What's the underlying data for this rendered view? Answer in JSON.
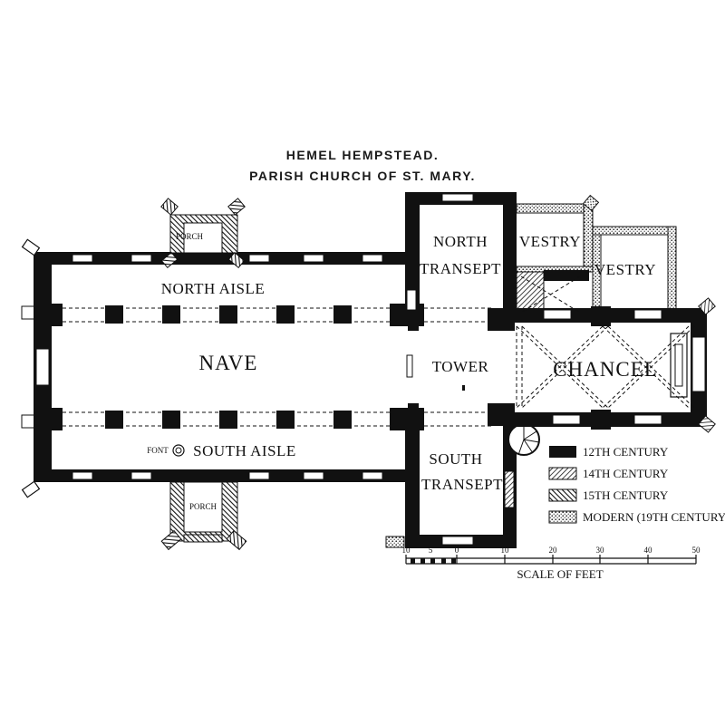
{
  "title": {
    "line1": "HEMEL HEMPSTEAD.",
    "line2": "PARISH CHURCH OF ST. MARY."
  },
  "rooms": {
    "north_porch": "PORCH",
    "north_aisle": "NORTH AISLE",
    "nave": "NAVE",
    "south_aisle": "SOUTH AISLE",
    "font": "FONT",
    "south_porch": "PORCH",
    "north_transept_1": "NORTH",
    "north_transept_2": "TRANSEPT",
    "tower": "TOWER",
    "south_transept_1": "SOUTH",
    "south_transept_2": "TRANSEPT",
    "vestry_west": "VESTRY",
    "vestry_east": "VESTRY",
    "chancel": "CHANCEL"
  },
  "legend": [
    {
      "label": "12TH CENTURY",
      "pattern": "solid"
    },
    {
      "label": "14TH CENTURY",
      "pattern": "hatch-fine"
    },
    {
      "label": "15TH CENTURY",
      "pattern": "hatch-coarse"
    },
    {
      "label": "MODERN (19TH CENTURY)",
      "pattern": "dots"
    }
  ],
  "scale": {
    "caption": "SCALE OF FEET",
    "ticks": [
      "10",
      "5",
      "0",
      "10",
      "20",
      "30",
      "40",
      "50"
    ]
  },
  "colors": {
    "ink": "#111111",
    "paper": "#ffffff"
  }
}
